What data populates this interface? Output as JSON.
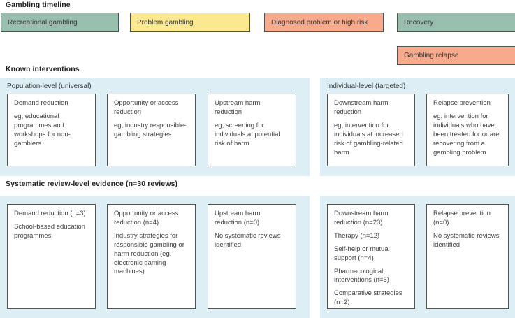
{
  "colors": {
    "stage_green": "#98bfae",
    "stage_yellow": "#fce98f",
    "stage_salmon": "#f7aa8c",
    "panel_blue": "#ddeef5",
    "box_border": "#4f5450"
  },
  "timeline": {
    "heading": "Gambling timeline",
    "stages": [
      {
        "label": "Recreational gambling",
        "color": "#98bfae"
      },
      {
        "label": "Problem gambling",
        "color": "#fce98f"
      },
      {
        "label": "Diagnosed problem or high risk",
        "color": "#f7aa8c"
      },
      {
        "label": "Recovery",
        "color": "#98bfae"
      }
    ],
    "relapse": {
      "label": "Gambling relapse",
      "color": "#f7aa8c"
    }
  },
  "interventions": {
    "heading": "Known interventions",
    "population_panel": {
      "label": "Population-level (universal)",
      "boxes": [
        {
          "title": "Demand reduction",
          "body": [
            "eg, educational programmes and workshops for non-gamblers"
          ]
        },
        {
          "title": "Opportunity or access reduction",
          "body": [
            "eg, industry responsible-gambling strategies"
          ]
        },
        {
          "title": "Upstream harm reduction",
          "body": [
            "eg, screening for individuals at potential risk of harm"
          ]
        }
      ]
    },
    "individual_panel": {
      "label": "Individual-level (targeted)",
      "boxes": [
        {
          "title": "Downstream harm reduction",
          "body": [
            "eg, intervention for individuals at increased risk of gambling-related harm"
          ]
        },
        {
          "title": "Relapse prevention",
          "body": [
            "eg, intervention for individuals who have been treated for or are recovering from a gambling problem"
          ]
        }
      ]
    }
  },
  "evidence": {
    "heading": "Systematic review-level evidence (n=30 reviews)",
    "population_boxes": [
      {
        "title": "Demand reduction (n=3)",
        "body": [
          "School-based education programmes"
        ]
      },
      {
        "title": "Opportunity or access reduction (n=4)",
        "body": [
          "Industry strategies for responsible gambling or harm reduction (eg, electronic gaming machines)"
        ]
      },
      {
        "title": "Upstream harm reduction (n=0)",
        "body": [
          "No systematic reviews identified"
        ]
      }
    ],
    "individual_boxes": [
      {
        "title": "Downstream harm reduction (n=23)",
        "body": [
          "Therapy (n=12)",
          "Self-help or mutual support (n=4)",
          "Pharmacological interventions (n=5)",
          "Comparative strategies (n=2)"
        ]
      },
      {
        "title": "Relapse prevention (n=0)",
        "body": [
          "No systematic reviews identified"
        ]
      }
    ]
  }
}
